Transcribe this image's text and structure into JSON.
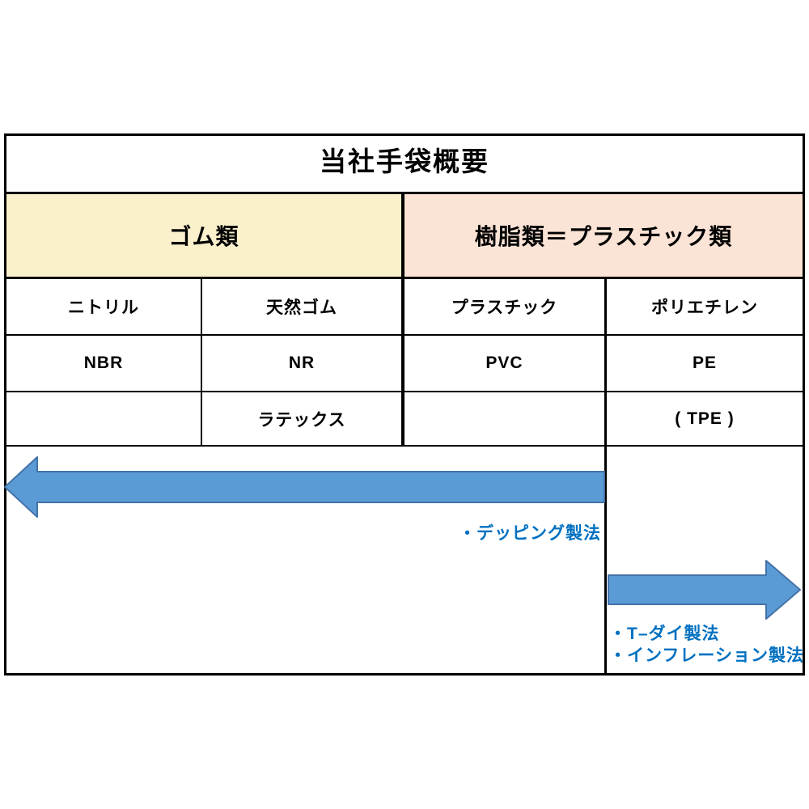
{
  "title": "当社手袋概要",
  "categories": {
    "rubber": {
      "label": "ゴム類"
    },
    "plastic": {
      "label": "樹脂類＝プラスチック類"
    }
  },
  "table": {
    "rows": [
      [
        "ニトリル",
        "天然ゴム",
        "プラスチック",
        "ポリエチレン"
      ],
      [
        "NBR",
        "NR",
        "PVC",
        "PE"
      ],
      [
        "",
        "ラテックス",
        "",
        "( TPE )"
      ]
    ]
  },
  "methods": {
    "dipping": {
      "label": "・デッピング製法"
    },
    "t_die": {
      "label": "・T–ダイ製法"
    },
    "inflation": {
      "label": "・インフレーション製法"
    }
  },
  "colors": {
    "rubber_bg": "#FAF0CC",
    "plastic_bg": "#FBE3D5",
    "arrow_fill": "#5B9BD5",
    "arrow_stroke": "#4472A8",
    "method_text": "#0070C0"
  }
}
